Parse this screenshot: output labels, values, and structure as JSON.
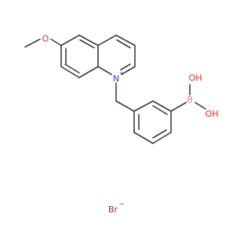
{
  "molecule": {
    "atoms": {
      "methoxy_oxygen": "O",
      "ring_nitrogen": "N",
      "nitrogen_charge": "+",
      "boron": "B",
      "hydroxyl_top": "OH",
      "hydroxyl_right": "OH",
      "counterion": "Br",
      "counterion_charge": "−"
    },
    "colors": {
      "bond": "#3c3c3c",
      "carbon_text": "#3c3c3c",
      "oxygen": "#e8261e",
      "nitrogen": "#2a3ee6",
      "boron": "#e0877e",
      "bromine": "#a82a1a"
    }
  }
}
